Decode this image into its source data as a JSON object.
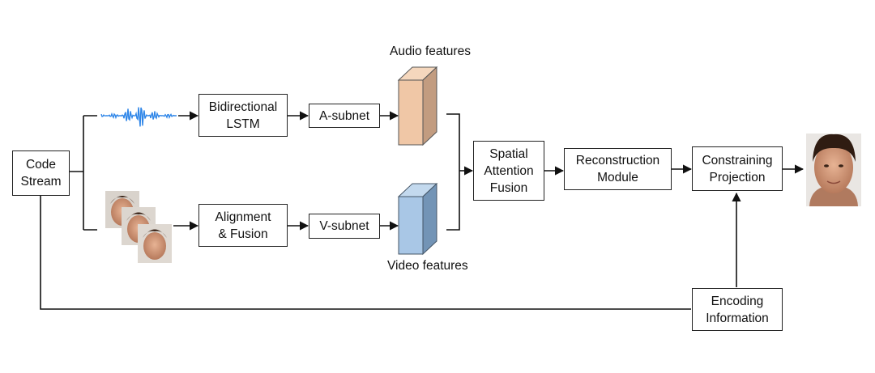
{
  "nodes": {
    "code_stream": "Code\nStream",
    "bilstm": "Bidirectional\nLSTM",
    "a_subnet": "A-subnet",
    "alignment_fusion": "Alignment\n& Fusion",
    "v_subnet": "V-subnet",
    "spatial_attention_fusion": "Spatial\nAttention\nFusion",
    "reconstruction_module": "Reconstruction\nModule",
    "constraining_projection": "Constraining\nProjection",
    "encoding_information": "Encoding\nInformation"
  },
  "labels": {
    "audio_features": "Audio features",
    "video_features": "Video features"
  },
  "colors": {
    "audio_block": "#f0c7a6",
    "video_block": "#a9c7e6",
    "waveform": "#2f86e8",
    "stroke": "#111111"
  },
  "icons": {
    "waveform": "audio-waveform-icon",
    "input_frames": "face-frames-icon",
    "output": "reconstructed-face-icon"
  }
}
